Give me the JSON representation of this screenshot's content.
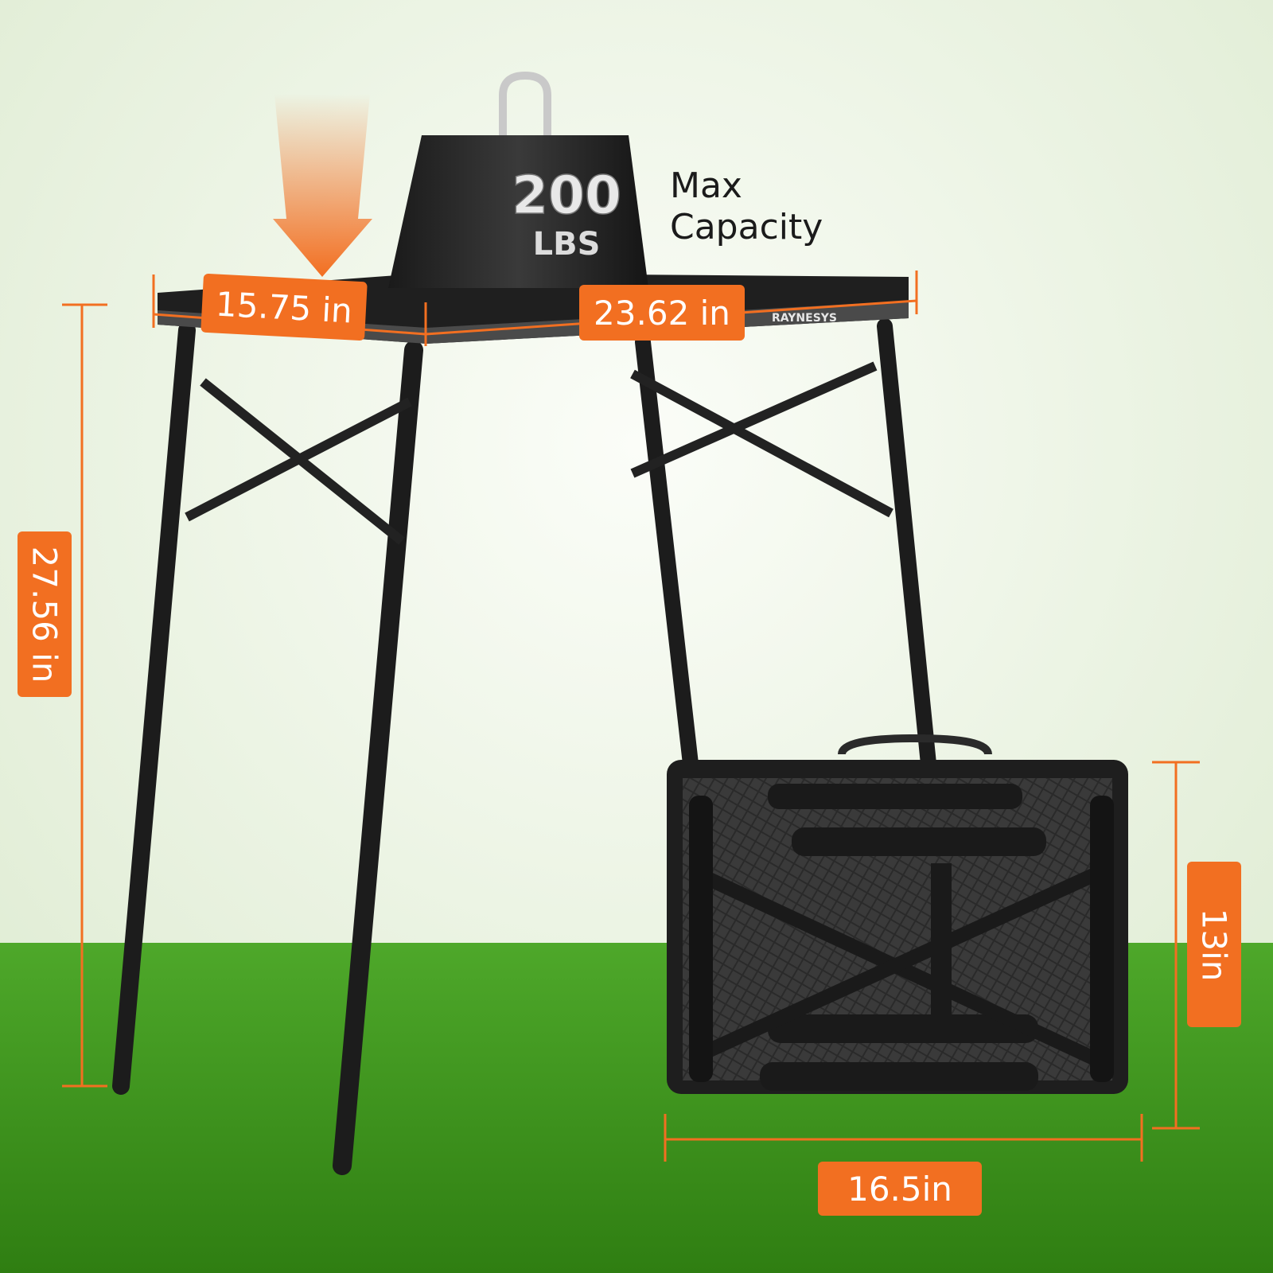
{
  "weight": {
    "number": "200",
    "unit": "LBS",
    "caption_line1": "Max",
    "caption_line2": "Capacity"
  },
  "brand": "RAYNESYS",
  "dimensions": {
    "depth": "15.75 in",
    "width": "23.62 in",
    "height": "27.56 in",
    "folded_height": "13in",
    "folded_width": "16.5in"
  },
  "colors": {
    "accent": "#f26f21",
    "table": "#1f1f1f",
    "grass": "#3f9b1a",
    "sky": "#eef5e6"
  }
}
